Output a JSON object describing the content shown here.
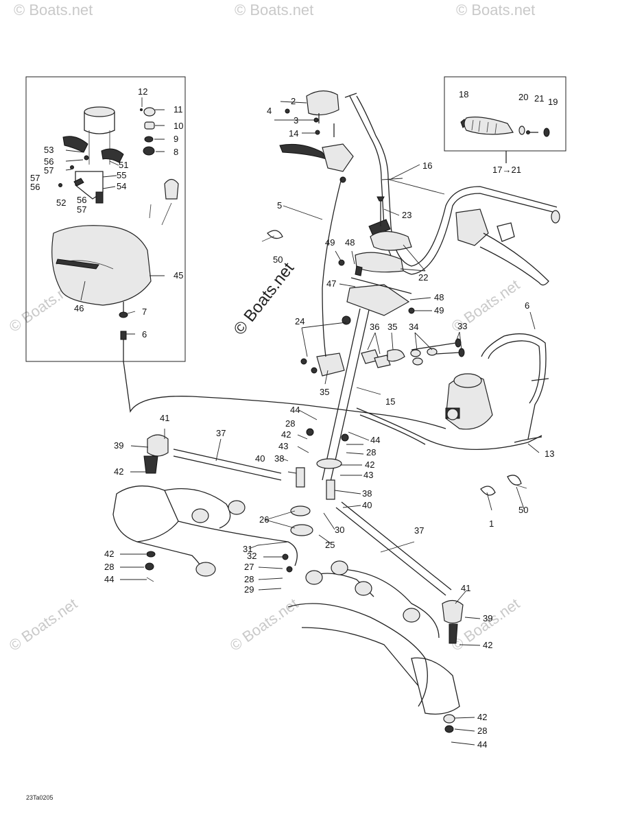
{
  "watermark": {
    "text": "© Boats.net",
    "main_text": "© Boats.net"
  },
  "diagram_code": "23Ta0205",
  "callouts": {
    "c1": "1",
    "c2": "2",
    "c3": "3",
    "c4": "4",
    "c5": "5",
    "c6a": "6",
    "c6b": "6",
    "c7": "7",
    "c8": "8",
    "c9": "9",
    "c10": "10",
    "c11": "11",
    "c12": "12",
    "c13": "13",
    "c14": "14",
    "c15": "15",
    "c16": "16",
    "c17_21": "17→21",
    "c18": "18",
    "c19": "19",
    "c20": "20",
    "c21": "21",
    "c22": "22",
    "c23": "23",
    "c24": "24",
    "c25": "25",
    "c26": "26",
    "c27": "27",
    "c28a": "28",
    "c28b": "28",
    "c28c": "28",
    "c28d": "28",
    "c28e": "28",
    "c29": "29",
    "c30": "30",
    "c31": "31",
    "c32": "32",
    "c33": "33",
    "c34": "34",
    "c35a": "35",
    "c35b": "35",
    "c36": "36",
    "c37a": "37",
    "c37b": "37",
    "c38a": "38",
    "c38b": "38",
    "c39a": "39",
    "c39b": "39",
    "c40a": "40",
    "c40b": "40",
    "c41a": "41",
    "c41b": "41",
    "c42a": "42",
    "c42b": "42",
    "c42c": "42",
    "c42d": "42",
    "c42e": "42",
    "c42f": "42",
    "c43a": "43",
    "c43b": "43",
    "c44a": "44",
    "c44b": "44",
    "c44c": "44",
    "c44d": "44",
    "c45": "45",
    "c46": "46",
    "c47": "47",
    "c48a": "48",
    "c48b": "48",
    "c49a": "49",
    "c49b": "49",
    "c50a": "50",
    "c50b": "50",
    "c51": "51",
    "c52": "52",
    "c53": "53",
    "c54": "54",
    "c55": "55",
    "c56a": "56",
    "c56b": "56",
    "c56c": "56",
    "c57a": "57",
    "c57b": "57",
    "c57c": "57"
  }
}
